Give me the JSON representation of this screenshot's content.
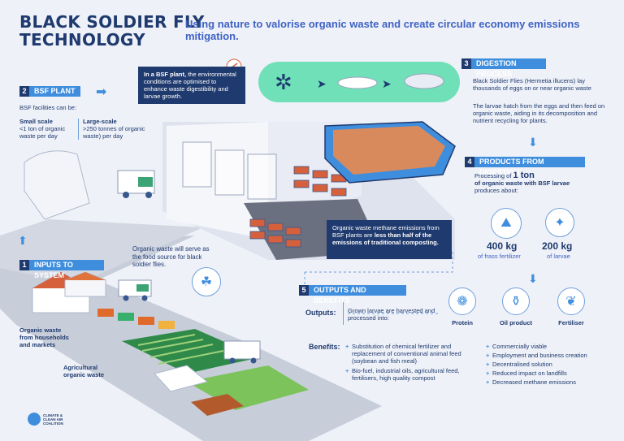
{
  "title_line1": "BLACK SOLDIER FLY",
  "title_line2": "TECHNOLOGY",
  "subtitle": "Using nature to valorise organic waste and create circular economy emissions mitigation.",
  "plant_note": {
    "bold": "In a BSF plant,",
    "text": "the environmental conditions are optimised to enhance waste digestibility and larvae growth."
  },
  "section2": {
    "num": "2",
    "label": "BSF PLANT",
    "intro": "BSF facilities can be:",
    "small_title": "Small scale",
    "small_text": "<1 ton of organic waste per day",
    "large_title": "Large-scale",
    "large_text": ">250 tonnes of organic waste) per day"
  },
  "section3": {
    "num": "3",
    "label": "DIGESTION PROCESS",
    "p1": "Black Soldier Flies (Hermetia illucens) lay thousands of eggs on or near organic waste",
    "p2": "The larvae hatch from the eggs and then feed on organic waste, aiding in its decomposition and nutrient recycling for plants."
  },
  "section4": {
    "num": "4",
    "label": "PRODUCTS FROM DIGESTION",
    "intro_a": "Processing of",
    "intro_ton": "1 ton",
    "intro_b": "of organic waste with BSF larvae",
    "intro_c": "produces about:",
    "frass_value": "400 kg",
    "frass_label": "of frass fertilizer",
    "larvae_value": "200 kg",
    "larvae_label": "of larvae"
  },
  "methane_note": {
    "text": "Organic waste methane emissions from BSF plants are",
    "bold": "less than half of the emissions of traditional composting."
  },
  "section1": {
    "num": "1",
    "label": "INPUTS TO SYSTEM",
    "food_note": "Organic waste will serve as the food source for black soldier flies.",
    "households": "Organic waste from households and markets",
    "agricultural": "Agricultural organic waste"
  },
  "section5": {
    "num": "5",
    "label": "OUTPUTS AND BENEFITS",
    "outputs_label": "Outputs:",
    "outputs_text": "Grown larvae are harvested and processed into:",
    "products": [
      "Protein",
      "Oil product",
      "Fertiliser"
    ],
    "benefits_label": "Benefits:",
    "benefits_left": [
      "Substitution of chemical fertilizer and replacement of conventional animal feed (soybean and fish meal)",
      "Bio-fuel, industrial oils, agricultural feed, fertilisers, high quality compost"
    ],
    "benefits_right": [
      "Commercially viable",
      "Employment and business creation",
      "Decentralised solution",
      "Reduced impact on landfills",
      "Decreased methane emissions"
    ]
  },
  "logo_text": "CLIMATE & CLEAN AIR COALITION",
  "colors": {
    "navy": "#1f3a6e",
    "blue": "#3f8ede",
    "accent": "#3f62c4",
    "background": "#eef1f8"
  }
}
